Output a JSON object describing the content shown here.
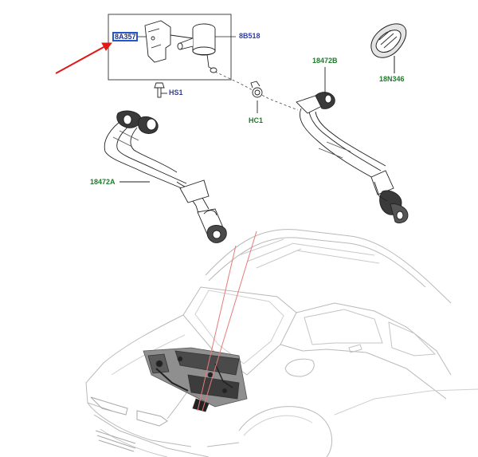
{
  "callouts": {
    "highlighted_part": "8A357",
    "pump": "8B518",
    "screw": "HS1",
    "clip": "HC1",
    "hose_a": "18472A",
    "hose_b": "18472B",
    "grommet": "18N346"
  },
  "colors": {
    "pointer_arrow": "#e01a1a",
    "highlight_box": "#2456c8",
    "callout_blue": "#2f3ea6",
    "callout_green": "#1f7a2a",
    "sight_lines": "#e87a7a"
  }
}
